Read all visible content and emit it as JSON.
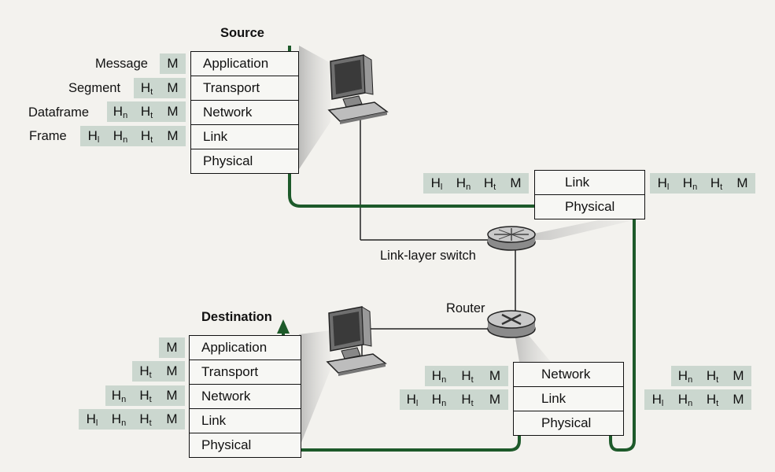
{
  "source": {
    "title": "Source",
    "layers": [
      "Application",
      "Transport",
      "Network",
      "Link",
      "Physical"
    ],
    "row_labels": [
      "Message",
      "Segment",
      "Dataframe",
      "Frame"
    ]
  },
  "destination": {
    "title": "Destination",
    "layers": [
      "Application",
      "Transport",
      "Network",
      "Link",
      "Physical"
    ]
  },
  "switch": {
    "label": "Link-layer switch",
    "layers": [
      "Link",
      "Physical"
    ]
  },
  "router": {
    "label": "Router",
    "layers": [
      "Network",
      "Link",
      "Physical"
    ]
  },
  "headers": {
    "message": "M",
    "transport": "H",
    "transport_sub": "t",
    "network": "H",
    "network_sub": "n",
    "link": "H",
    "link_sub": "l"
  },
  "colors": {
    "path": "#1d5a2a",
    "header_cell": "#cbd7cf",
    "stack_border": "#111111"
  }
}
